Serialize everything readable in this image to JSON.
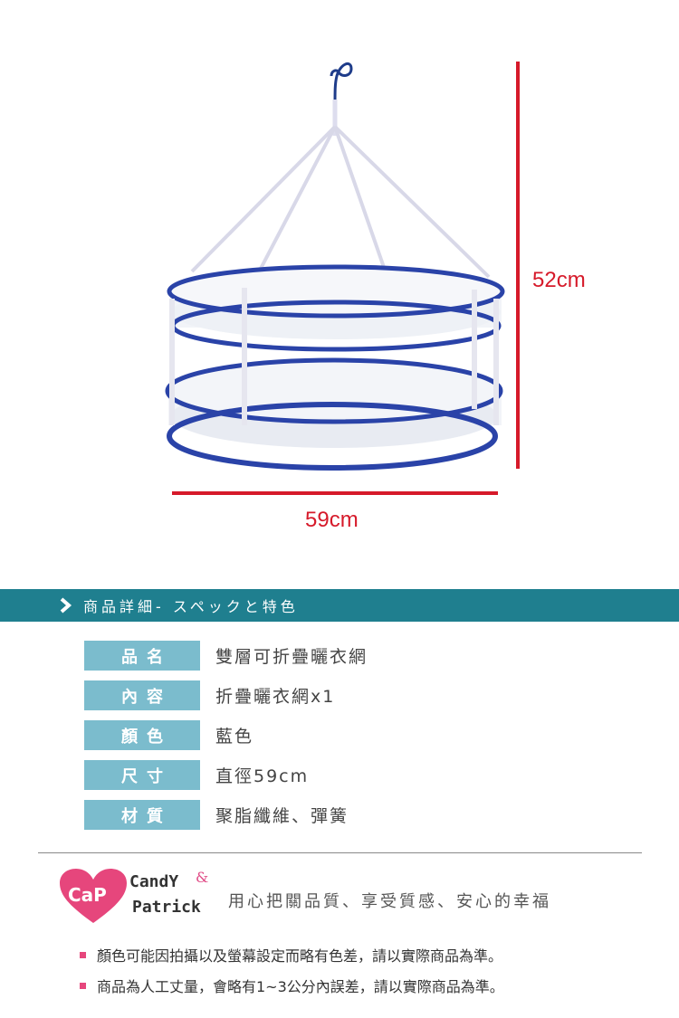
{
  "dimensions": {
    "height": "52cm",
    "width": "59cm"
  },
  "banner": {
    "title": "商品詳細- スペックと特色"
  },
  "specs": [
    {
      "label": "品名",
      "value": "雙層可折疊曬衣網"
    },
    {
      "label": "內容",
      "value": "折疊曬衣網x1"
    },
    {
      "label": "顏色",
      "value": "藍色"
    },
    {
      "label": "尺寸",
      "value": "直徑59cm"
    },
    {
      "label": "材質",
      "value": "聚脂纖維、彈簧"
    }
  ],
  "brand": {
    "logo": "CaP",
    "name_line1": "CandY",
    "amp": "&",
    "name_line2": "Patrick",
    "slogan": "用心把關品質、享受質感、安心的幸福"
  },
  "notes": [
    "顏色可能因拍攝以及螢幕設定而略有色差，請以實際商品為準。",
    "商品為人工丈量，會略有1~3公分內誤差，請以實際商品為準。"
  ],
  "colors": {
    "banner": "#1f7f8f",
    "label_bg": "#7bbccd",
    "dimension_line": "#d61a2a",
    "rim_blue": "#2a43a8",
    "brand_pink": "#e6467c"
  },
  "icons": {
    "banner": "chevron-right-icon",
    "logo": "heart-logo-icon"
  }
}
